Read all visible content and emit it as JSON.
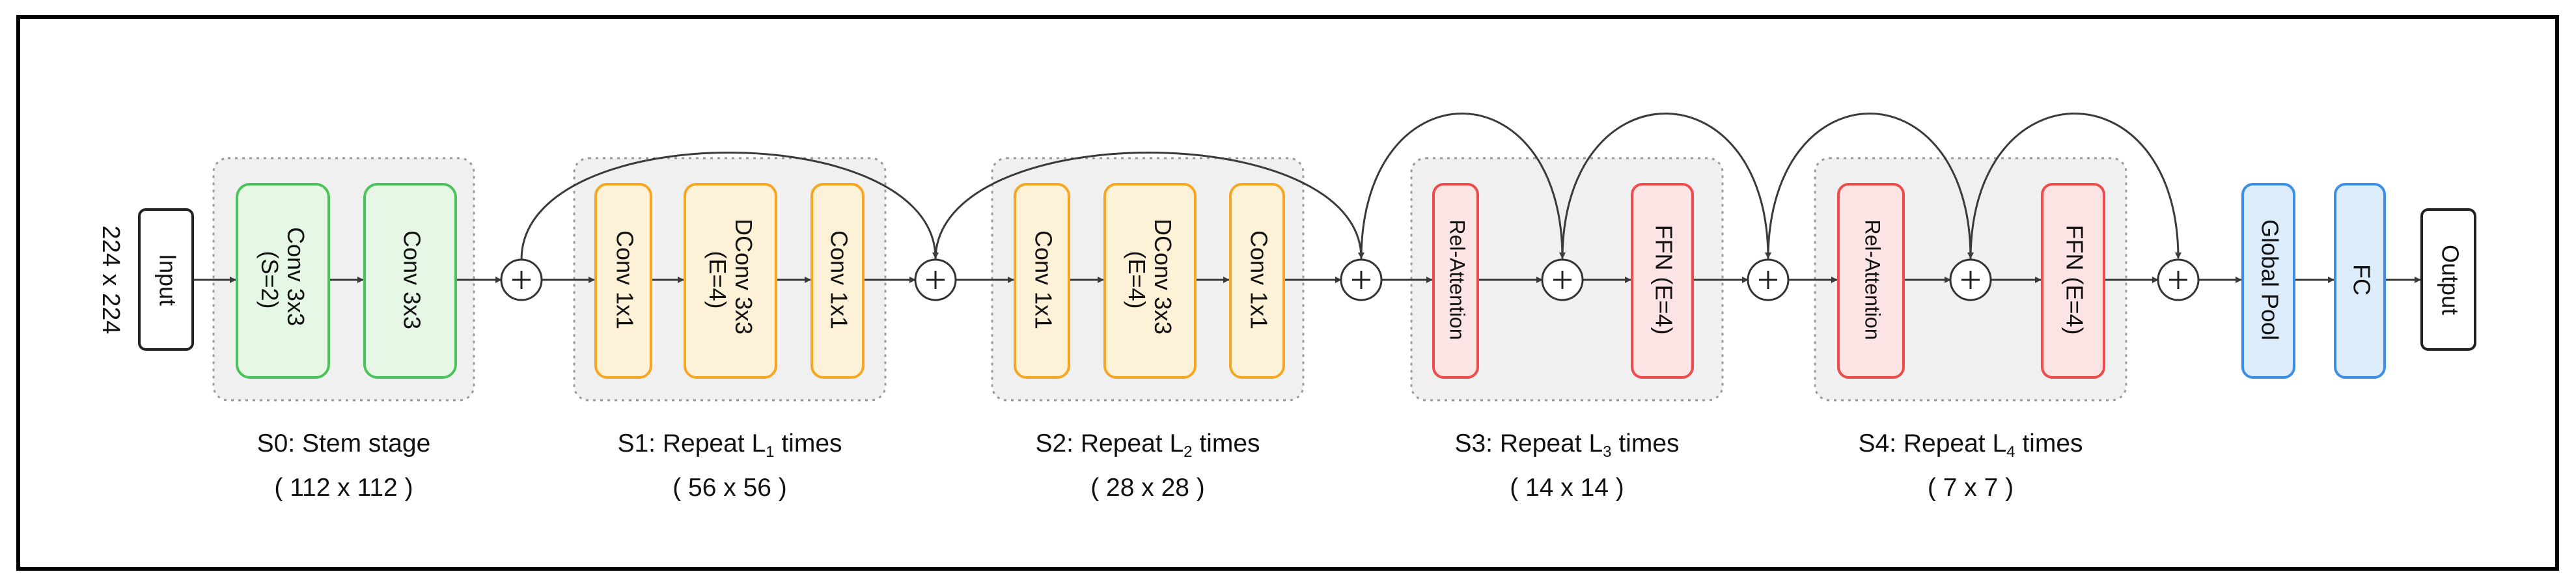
{
  "input_size": "224 x 224",
  "io": {
    "input": "Input",
    "output": "Output"
  },
  "blocks": {
    "s0_conv1_line1": "Conv 3x3",
    "s0_conv1_line2": "(S=2)",
    "s0_conv2": "Conv 3x3",
    "conv1x1": "Conv 1x1",
    "dconv_line1": "DConv 3x3",
    "dconv_line2": "(E=4)",
    "rel_attention": "Rel-Attention",
    "ffn": "FFN (E=4)",
    "global_pool": "Global Pool",
    "fc": "FC",
    "plus": "+"
  },
  "stages": [
    {
      "id": "S0",
      "prefix": "S0: Stem stage",
      "sub": "",
      "suffix": "",
      "size": "( 112 x 112 )"
    },
    {
      "id": "S1",
      "prefix": "S1: Repeat L",
      "sub": "1",
      "suffix": " times",
      "size": "( 56 x 56 )"
    },
    {
      "id": "S2",
      "prefix": "S2: Repeat L",
      "sub": "2",
      "suffix": " times",
      "size": "( 28 x 28 )"
    },
    {
      "id": "S3",
      "prefix": "S3: Repeat L",
      "sub": "3",
      "suffix": " times",
      "size": "( 14 x 14 )"
    },
    {
      "id": "S4",
      "prefix": "S4: Repeat L",
      "sub": "4",
      "suffix": " times",
      "size": "( 7 x 7 )"
    }
  ],
  "colors": {
    "conv_stem_fill": "#e6f7e6",
    "conv_stem_stroke": "#4cc35a",
    "mbconv_fill": "#fdf1d8",
    "mbconv_stroke": "#f5a623",
    "attn_fill": "#fde4e4",
    "attn_stroke": "#ee4b4b",
    "head_fill": "#dcecfb",
    "head_stroke": "#3d8ee6",
    "stage_bg": "#f0f0f0"
  }
}
